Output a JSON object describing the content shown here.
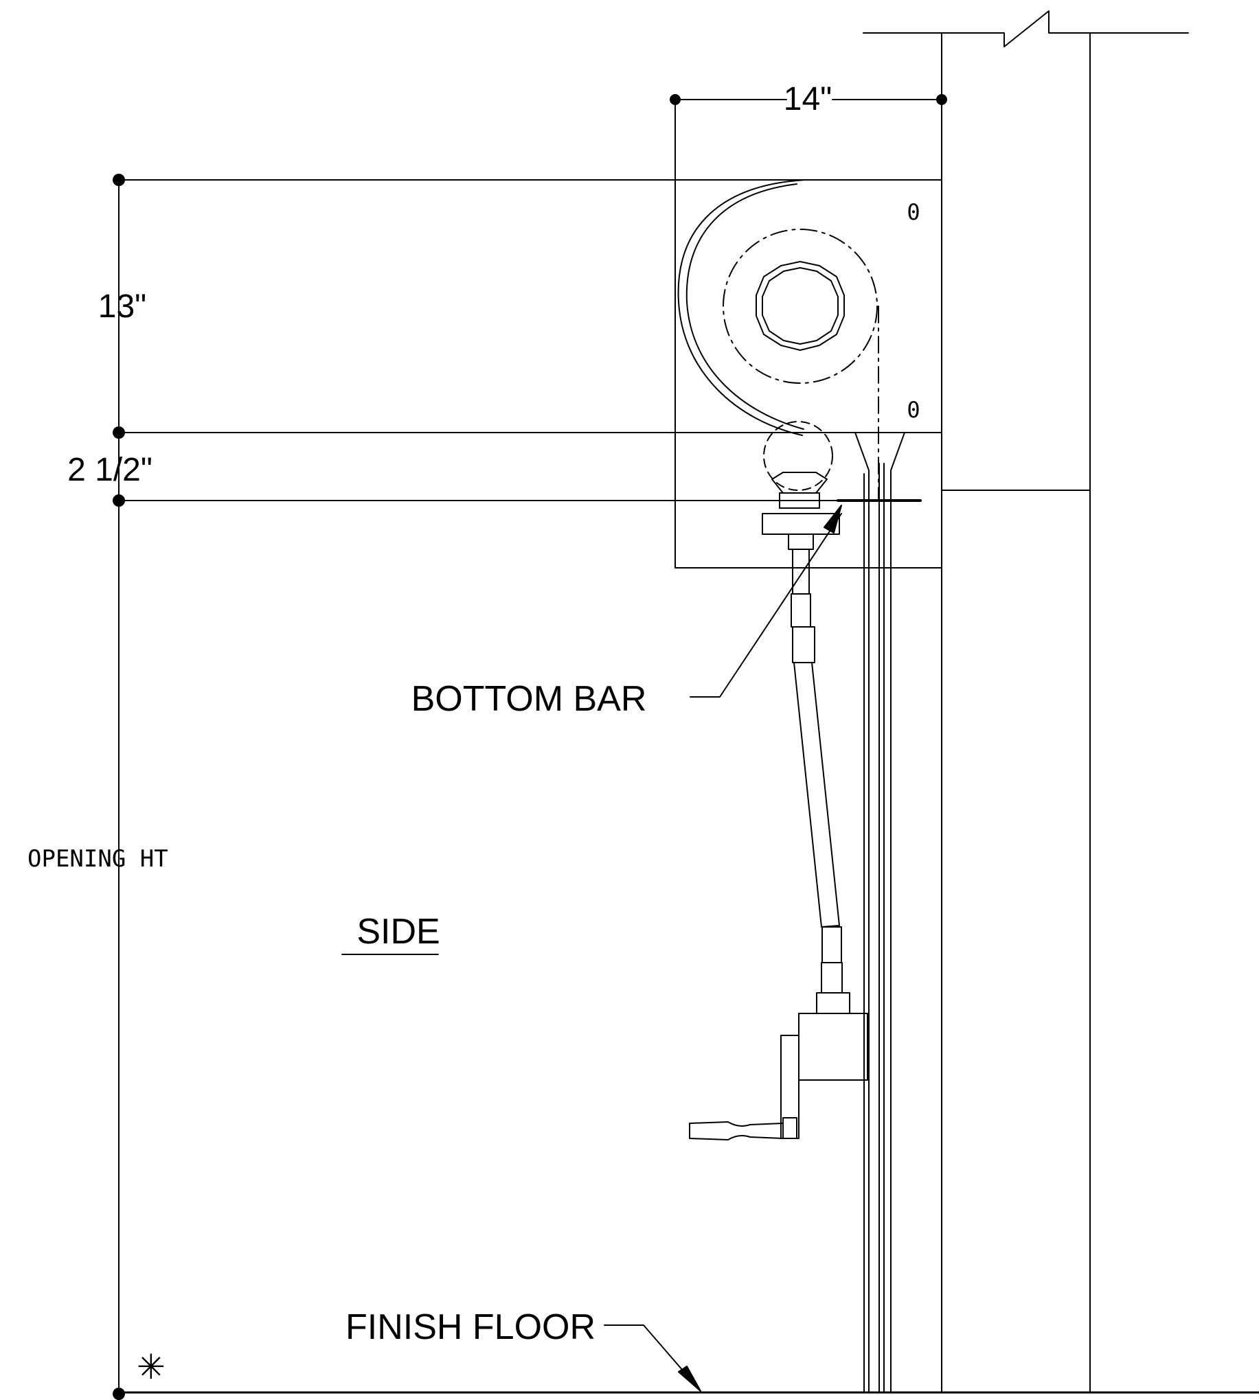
{
  "dimensions": {
    "width_label": "14\"",
    "housing_height_label": "13\"",
    "clearance_label": "2 1/2\"",
    "opening_label": "OPENING HT"
  },
  "callouts": {
    "bottom_bar": "BOTTOM BAR",
    "finish_floor": "FINISH FLOOR"
  },
  "view_title": "SIDE",
  "marker_symbol": "✳",
  "bolt_mark": "0"
}
